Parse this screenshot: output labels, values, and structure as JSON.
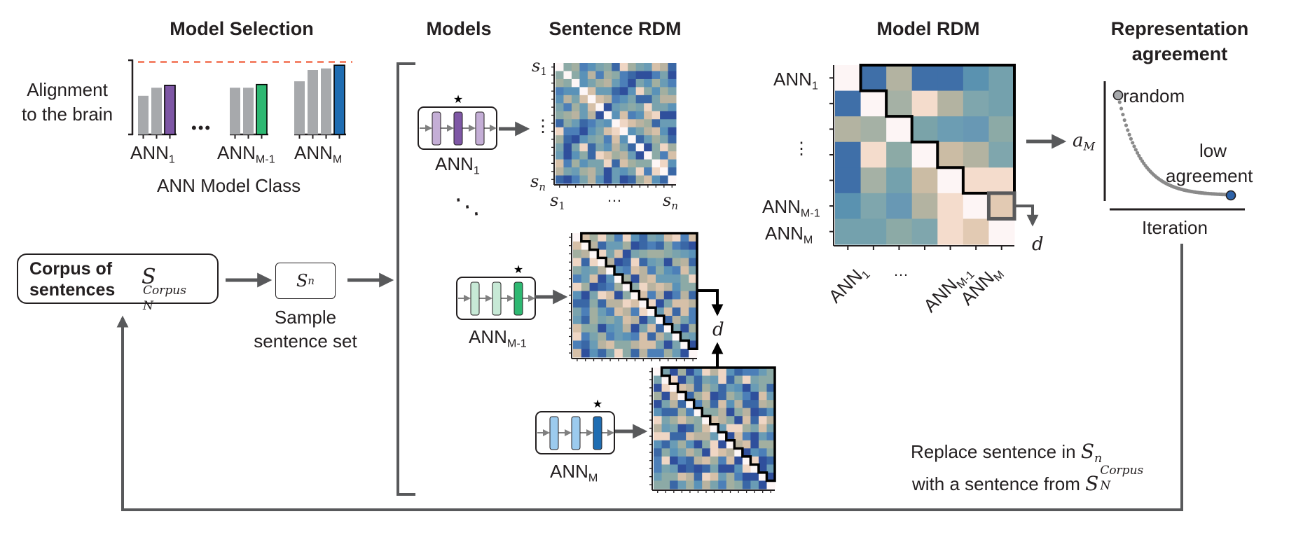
{
  "titles": {
    "model_selection": "Model Selection",
    "models": "Models",
    "sentence_rdm": "Sentence RDM",
    "model_rdm": "Model RDM",
    "representation_agreement_line1": "Representation",
    "representation_agreement_line2": "agreement"
  },
  "model_selection": {
    "ylabel_line1": "Alignment",
    "ylabel_line2": "to the brain",
    "xlabel": "ANN Model Class",
    "ellipsis": "•••",
    "ceiling_color": "#f26b4c",
    "groups": [
      {
        "label": "ANN",
        "sub": "1",
        "values": [
          0.48,
          0.58,
          0.61
        ],
        "highlight_color": "#7e57a5"
      },
      {
        "label": "ANN",
        "sub": "M-1",
        "values": [
          0.58,
          0.58,
          0.62
        ],
        "highlight_color": "#2eb872"
      },
      {
        "label": "ANN",
        "sub": "M",
        "values": [
          0.66,
          0.8,
          0.82,
          0.86
        ],
        "highlight_color": "#1f6db2"
      }
    ],
    "ceiling": 0.9,
    "bar_color": "#a7a9ac"
  },
  "corpus": {
    "label_line1": "Corpus of",
    "label_line2": "sentences",
    "symbol": "S",
    "symbol_sub": "N",
    "symbol_sup": "Corpus"
  },
  "sample": {
    "symbol": "S",
    "symbol_sub": "n",
    "label_line1": "Sample",
    "label_line2": "sentence set"
  },
  "models": [
    {
      "label": "ANN",
      "sub": "1",
      "light": "#c4aed6",
      "dark": "#7e57a5",
      "star": "★"
    },
    {
      "label": "ANN",
      "sub": "M-1",
      "light": "#c7e9d6",
      "dark": "#2eb872",
      "star": "★"
    },
    {
      "label": "ANN",
      "sub": "M",
      "light": "#9ccbee",
      "dark": "#1f6db2",
      "star": "★"
    }
  ],
  "models_ellipsis": "⋱",
  "sentence_rdm": {
    "y_top": "s",
    "y_top_sub": "1",
    "y_bottom": "s",
    "y_bottom_sub": "n",
    "x_left": "s",
    "x_left_sub": "1",
    "x_right": "s",
    "x_right_sub": "n",
    "x_ellipsis": "…",
    "y_ellipsis": "⋮",
    "size": 15,
    "seed_main": 7,
    "seed_m1": 13,
    "seed_m": 29
  },
  "distance_symbol": "d",
  "model_rdm": {
    "row_labels": [
      {
        "label": "ANN",
        "sub": "1"
      },
      {
        "label": "⋮",
        "sub": ""
      },
      {
        "label": "ANN",
        "sub": "M-1"
      },
      {
        "label": "ANN",
        "sub": "M"
      }
    ],
    "col_labels": [
      {
        "label": "ANN",
        "sub": "1"
      },
      {
        "label": "…",
        "sub": ""
      },
      {
        "label": "ANN",
        "sub": "M-1"
      },
      {
        "label": "ANN",
        "sub": "M"
      }
    ],
    "matrix": [
      [
        "#fdf5f5",
        "#3f6fa8",
        "#b3b3a1",
        "#3f6fa8",
        "#3f6fa8",
        "#5a92b0",
        "#74a1ad"
      ],
      [
        "#3f6fa8",
        "#fdf5f5",
        "#a5b1a5",
        "#f4dccc",
        "#b3b3a1",
        "#7fa6ad",
        "#74a1ad"
      ],
      [
        "#b3b3a1",
        "#a5b1a5",
        "#fdf5f5",
        "#7aa3a9",
        "#6c9db3",
        "#6898b4",
        "#8caaa6"
      ],
      [
        "#3f6fa8",
        "#f4dccc",
        "#8caaa6",
        "#fdf5f5",
        "#cbbca4",
        "#b3b3a1",
        "#7fa6ad"
      ],
      [
        "#3f6fa8",
        "#a5b1a5",
        "#74a1ad",
        "#cbbca4",
        "#fdf5f5",
        "#f4dccc",
        "#f4dccc"
      ],
      [
        "#5a92b0",
        "#7fa6ad",
        "#6898b4",
        "#b3b3a1",
        "#f4dccc",
        "#fdf5f5",
        "#e2cab3"
      ],
      [
        "#74a1ad",
        "#74a1ad",
        "#8caaa6",
        "#7fa6ad",
        "#f4dccc",
        "#e2cab3",
        "#fdf5f5"
      ]
    ],
    "highlight_cell": [
      5,
      6
    ]
  },
  "agreement": {
    "symbol": "a",
    "symbol_sub": "M",
    "start_label": "random",
    "end_label_line1": "low",
    "end_label_line2": "agreement",
    "xlabel": "Iteration",
    "start_color": "#a7a9ac",
    "end_color": "#2e63a8"
  },
  "loop_note": {
    "line1": "Replace sentence in",
    "line1_symbol": "S",
    "line1_sub": "n",
    "line2": "with a sentence from",
    "line2_symbol": "S",
    "line2_sub": "N",
    "line2_sup": "Corpus"
  }
}
